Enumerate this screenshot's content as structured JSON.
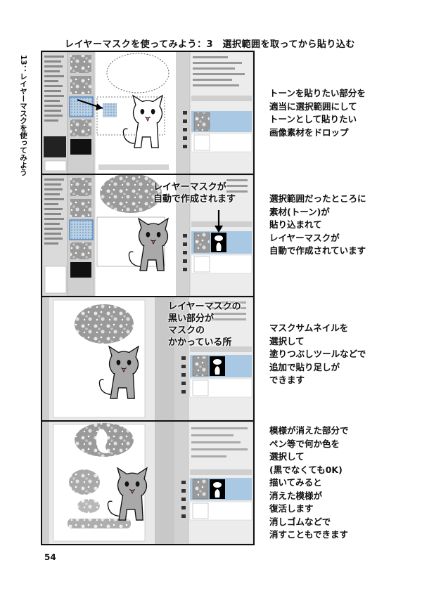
{
  "page": {
    "title": "レイヤーマスクを使ってみよう：3　選択範囲を取ってから貼り込む",
    "side_title": "13：レイヤーマスクを使ってみよう",
    "page_number": "54"
  },
  "steps": [
    {
      "caption": [
        "トーンを貼りたい部分を",
        "適当に選択範囲にして",
        "トーンとして貼りたい",
        "画像素材をドロップ"
      ],
      "overlay": []
    },
    {
      "caption": [
        "選択範囲だったところに",
        "素材(トーン)が",
        "貼り込まれて",
        "レイヤーマスクが",
        "自動で作成されています"
      ],
      "overlay": [
        "レイヤーマスクが",
        "自動で作成されます"
      ]
    },
    {
      "caption": [
        "マスクサムネイルを",
        "選択して",
        "塗りつぶしツールなどで",
        "追加で貼り足しが",
        "できます"
      ],
      "overlay": [
        "レイヤーマスクの",
        "黒い部分が",
        "マスクの",
        "かかっている所"
      ]
    },
    {
      "caption": [
        "模様が消えた部分で",
        "ペン等で何か色を",
        "選択して",
        "(黒でなくても0K)",
        "描いてみると",
        "消えた模様が",
        "復活します",
        "消しゴムなどで",
        "消すこともできます"
      ],
      "overlay": []
    }
  ],
  "colors": {
    "selection_blue": "#a9c8e3",
    "panel_gray": "#d7d7d7",
    "mask_black": "#000000"
  }
}
